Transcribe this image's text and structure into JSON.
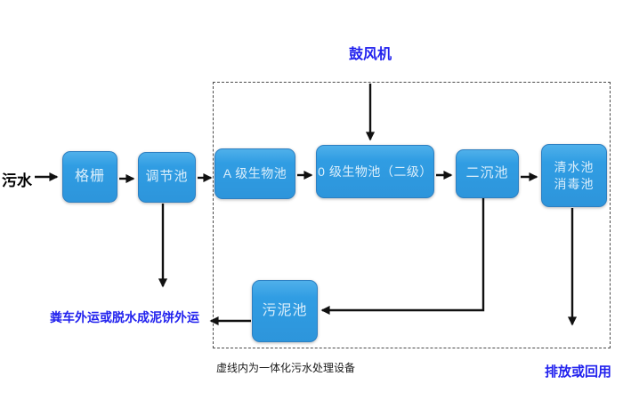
{
  "diagram": {
    "caption": "虚线内为一体化污水处理设备",
    "labels": {
      "source": "污水",
      "blower": "鼓风机",
      "sludge_disposal": "粪车外运或脱水成泥饼外运",
      "discharge": "排放或回用"
    },
    "boxes": {
      "grid": "格栅",
      "regulating_tank": "调节池",
      "a_bio_tank": "A 级生物池",
      "o_bio_tank": "0 级生物池（二级）",
      "secondary_clarifier": "二沉池",
      "clear_water_tank_line1": "清水池",
      "clear_water_tank_line2": "消毒池",
      "sludge_tank": "污泥池"
    },
    "colors": {
      "box_fill": "#2f9ce2",
      "box_fill_highlight": "#4fb0ea",
      "box_border": "#2d7fc1",
      "box_text": "#daeefb",
      "accent_blue_text": "#2222ee",
      "arrow_color": "#111111",
      "boundary_color": "#4a4a4a",
      "background": "#ffffff"
    }
  }
}
